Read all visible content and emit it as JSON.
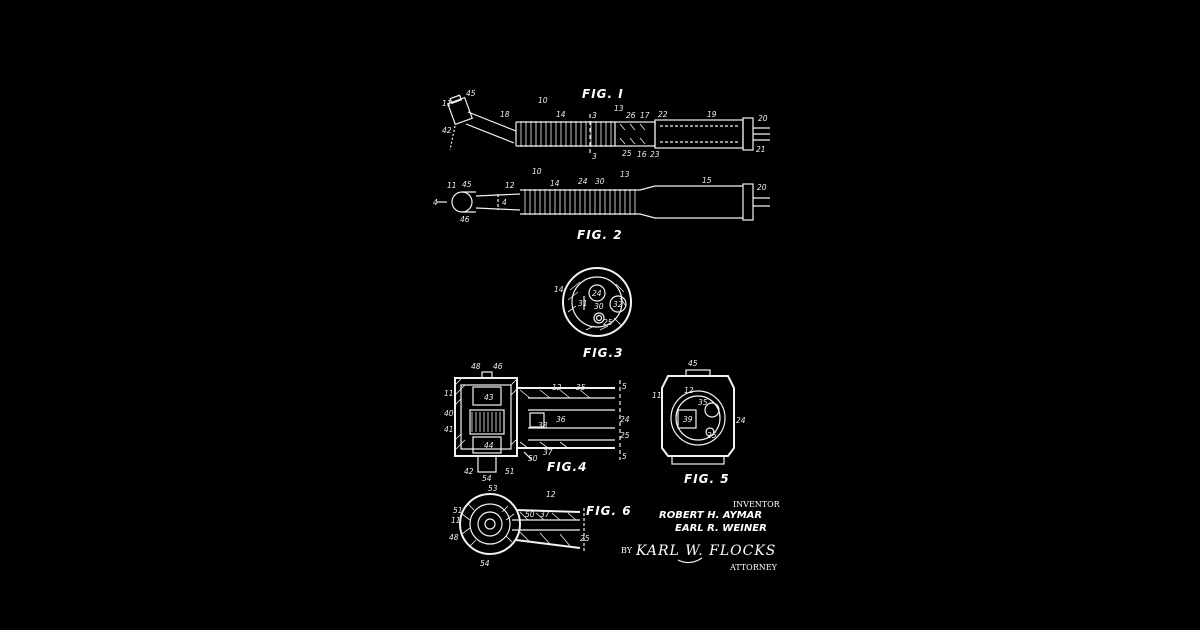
{
  "figures": {
    "fig1": "FIG. I",
    "fig2": "FIG. 2",
    "fig3": "FIG.3",
    "fig4": "FIG.4",
    "fig5": "FIG. 5",
    "fig6": "FIG. 6"
  },
  "fig1_labels": [
    "11",
    "45",
    "10",
    "18",
    "13",
    "14",
    "3",
    "26",
    "17",
    "22",
    "19",
    "20",
    "42",
    "3",
    "25",
    "16",
    "23",
    "21"
  ],
  "fig2_labels": [
    "11",
    "45",
    "10",
    "12",
    "14",
    "24",
    "30",
    "13",
    "15",
    "20",
    "4",
    "4",
    "46"
  ],
  "fig3_labels": [
    "14",
    "24",
    "31",
    "30",
    "32",
    "25"
  ],
  "fig4_labels": [
    "48",
    "46",
    "12",
    "35",
    "5",
    "11",
    "43",
    "40",
    "41",
    "44",
    "42",
    "54",
    "51",
    "50",
    "37",
    "38",
    "36",
    "24",
    "25",
    "5"
  ],
  "fig5_labels": [
    "45",
    "11",
    "12",
    "35",
    "39",
    "24",
    "25"
  ],
  "fig6_labels": [
    "53",
    "12",
    "51",
    "11",
    "50",
    "37",
    "48",
    "54",
    "25"
  ],
  "signature": {
    "inventor_caption": "INVENTOR",
    "inventor_1": "ROBERT H. AYMAR",
    "inventor_2": "EARL R. WEINER",
    "by": "BY",
    "attorney_name": "KARL W. FLOCKS",
    "attorney_caption": "ATTORNEY"
  }
}
